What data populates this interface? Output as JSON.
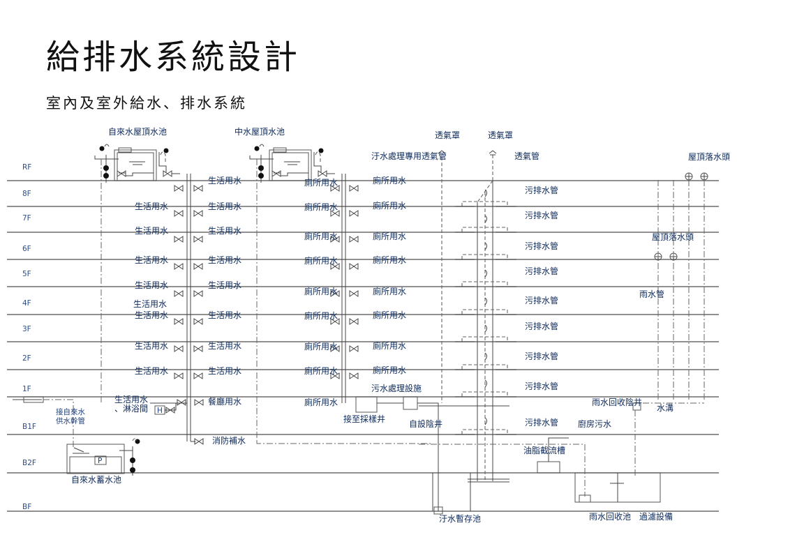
{
  "title": "給排水系統設計",
  "subtitle": "室內及室外給水、排水系統",
  "floors": [
    {
      "label": "RF"
    },
    {
      "label": "8F"
    },
    {
      "label": "7F"
    },
    {
      "label": "6F"
    },
    {
      "label": "5F"
    },
    {
      "label": "4F"
    },
    {
      "label": "3F"
    },
    {
      "label": "2F"
    },
    {
      "label": "1F"
    },
    {
      "label": "B1F"
    },
    {
      "label": "B2F"
    },
    {
      "label": "BF"
    }
  ],
  "tanks": {
    "roof_potable": "自來水屋頂水池",
    "roof_reclaimed": "中水屋頂水池",
    "basement_potable": "自來水蓄水池"
  },
  "supply": {
    "domestic_water": "生活用水",
    "toilet_water": "廁所用水",
    "extra_4f_label": "生活用水",
    "shower_label": "生活用水\n、淋浴間",
    "restaurant": "餐廳用水",
    "fire_makeup": "消防補水",
    "city_main": "接自來水\n供水幹管",
    "heater_symbol": "H",
    "pump_symbol": "P"
  },
  "vent": {
    "cap_1": "透氣罩",
    "cap_2": "透氣罩",
    "sewage_vent": "汙水處理專用透氣管",
    "vent_pipe": "透氣管"
  },
  "drain": {
    "soil_pipe": "污排水管",
    "treatment": "污水處理設施",
    "sampling_well": "接至採樣井",
    "own_manhole": "自設陰井",
    "sewage_tank": "汙水暫存池",
    "kitchen_waste": "廚房污水",
    "grease_trap": "油脂截流槽"
  },
  "rain": {
    "roof_drain_top": "屋頂落水頭",
    "roof_drain_mid": "屋頂落水頭",
    "rain_pipe": "雨水管",
    "rain_manhole": "雨水回收陰井",
    "ditch": "水溝",
    "rain_tank": "雨水回收池",
    "filter": "過濾設備"
  },
  "colors": {
    "label": "#0d2a5c",
    "line": "#6b6b6b"
  }
}
